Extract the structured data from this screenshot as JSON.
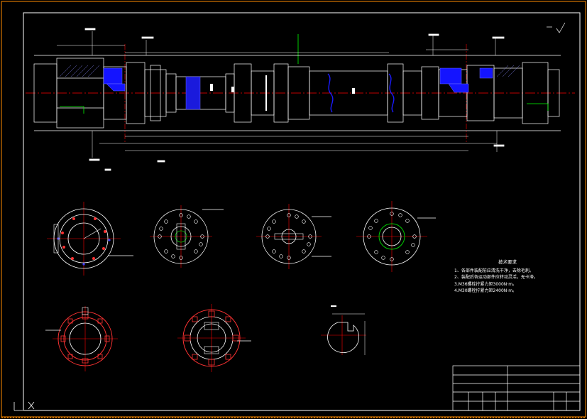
{
  "drawing": {
    "background": "#000000",
    "frame_color": "#ff8c00",
    "line_color": "#ffffff",
    "center_line_color": "#ff0000",
    "section_fill_color": "#0000ff",
    "highlight_color": "#00ff00"
  },
  "technical_notes": {
    "title": "技术要求",
    "items": [
      "1、各部件装配前应清洗干净，去除毛刺。",
      "2、装配后各运动部件应转动灵活，无卡滞。",
      "3.M36螺栓拧紧力矩3000N·m。",
      "4.M30螺栓拧紧力矩2400N·m。"
    ]
  },
  "views": [
    {
      "name": "main-assembly-view"
    },
    {
      "name": "flange-view-1"
    },
    {
      "name": "flange-view-2"
    },
    {
      "name": "flange-view-3"
    },
    {
      "name": "flange-view-4"
    },
    {
      "name": "spline-section-view-1"
    },
    {
      "name": "spline-section-view-2"
    },
    {
      "name": "key-detail-view"
    }
  ],
  "title_block": {
    "drawing_name": "",
    "scale": "",
    "material": ""
  }
}
